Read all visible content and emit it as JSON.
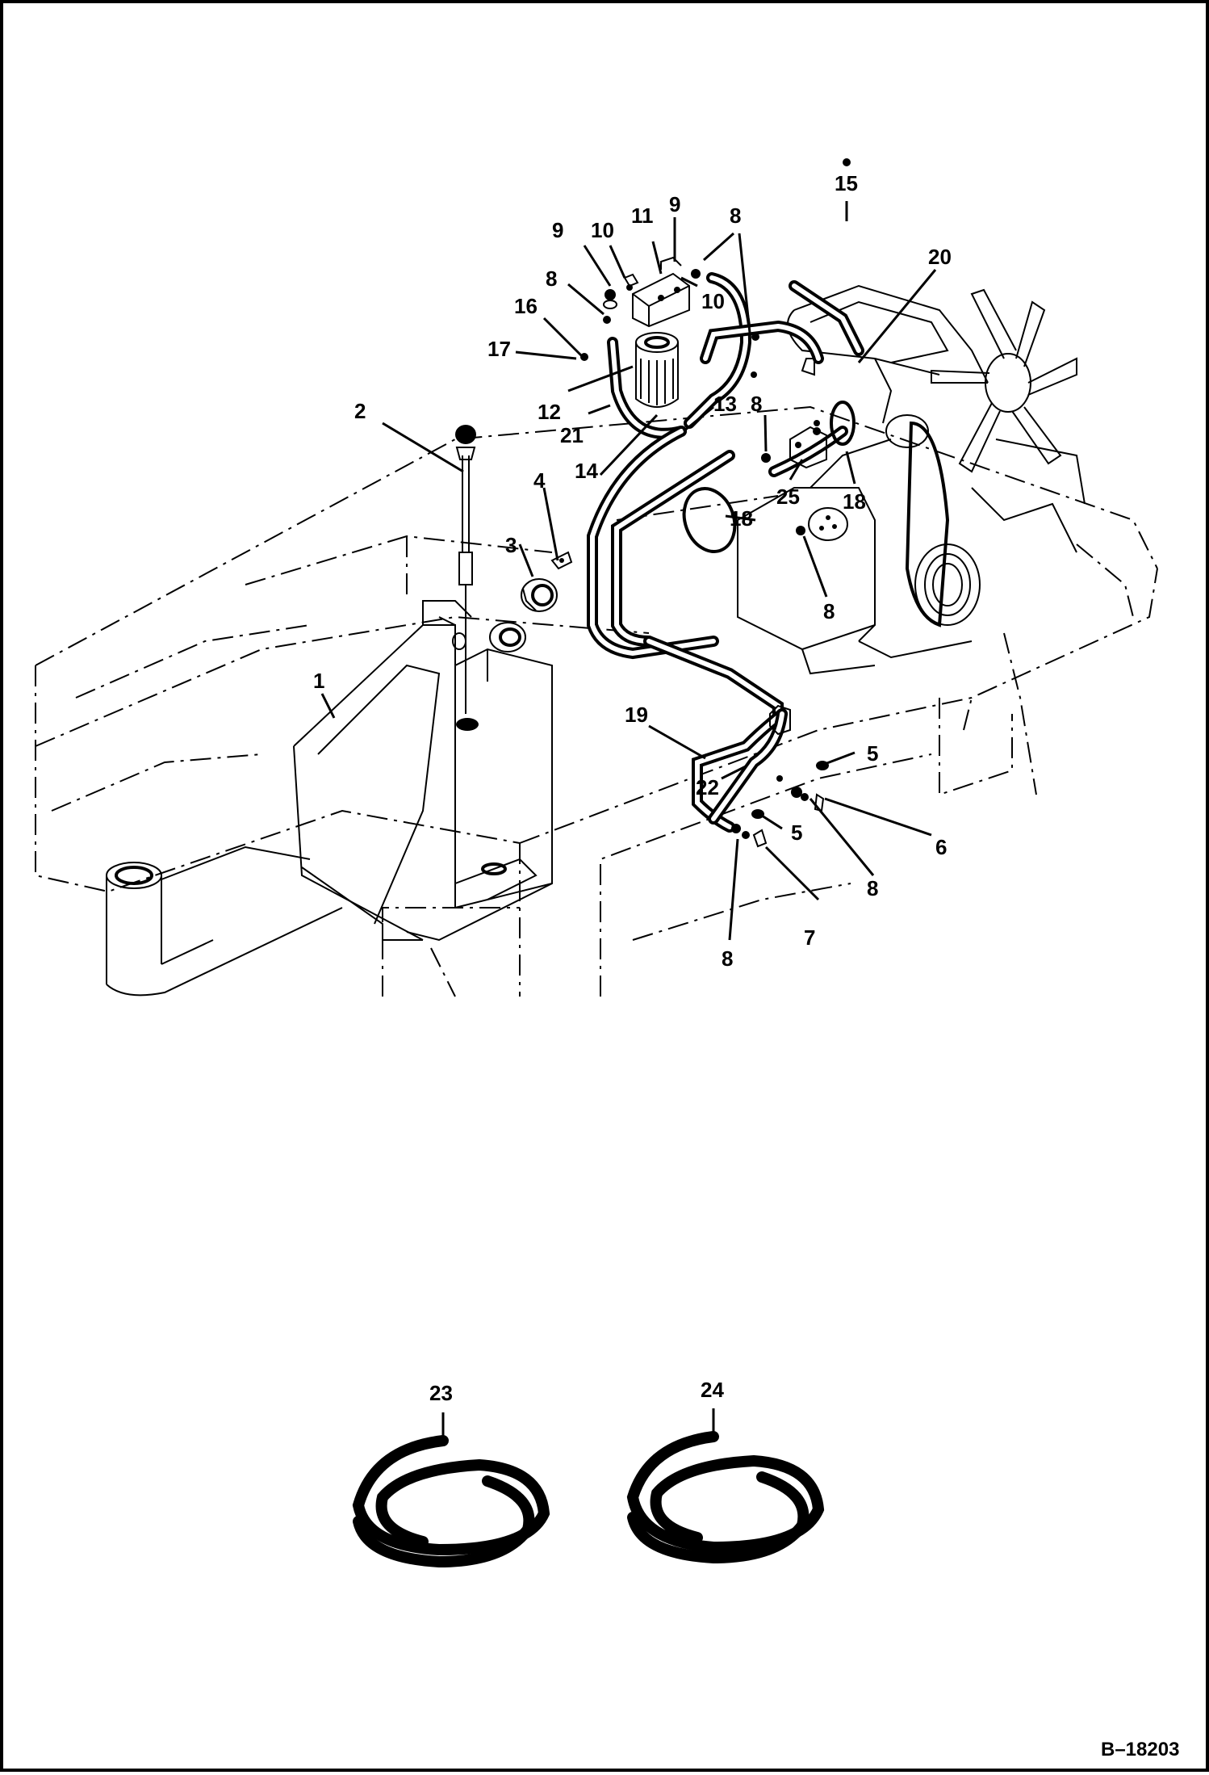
{
  "figure_ref": "B–18203",
  "callouts": [
    {
      "id": "c15a",
      "label": "15"
    },
    {
      "id": "c20",
      "label": "20"
    },
    {
      "id": "c9a",
      "label": "9"
    },
    {
      "id": "c10a",
      "label": "10"
    },
    {
      "id": "c11",
      "label": "11"
    },
    {
      "id": "c9b",
      "label": "9"
    },
    {
      "id": "c8a",
      "label": "8"
    },
    {
      "id": "c8b",
      "label": "8"
    },
    {
      "id": "c10b",
      "label": "10"
    },
    {
      "id": "c16",
      "label": "16"
    },
    {
      "id": "c17",
      "label": "17"
    },
    {
      "id": "c2",
      "label": "2"
    },
    {
      "id": "c12",
      "label": "12"
    },
    {
      "id": "c21",
      "label": "21"
    },
    {
      "id": "c13",
      "label": "13"
    },
    {
      "id": "c14",
      "label": "14"
    },
    {
      "id": "c8c",
      "label": "8"
    },
    {
      "id": "c25",
      "label": "25"
    },
    {
      "id": "c18a",
      "label": "18"
    },
    {
      "id": "c18b",
      "label": "18"
    },
    {
      "id": "c4",
      "label": "4"
    },
    {
      "id": "c3",
      "label": "3"
    },
    {
      "id": "c8d",
      "label": "8"
    },
    {
      "id": "c1",
      "label": "1"
    },
    {
      "id": "c19",
      "label": "19"
    },
    {
      "id": "c5a",
      "label": "5"
    },
    {
      "id": "c22",
      "label": "22"
    },
    {
      "id": "c6",
      "label": "6"
    },
    {
      "id": "c5b",
      "label": "5"
    },
    {
      "id": "c8e",
      "label": "8"
    },
    {
      "id": "c7",
      "label": "7"
    },
    {
      "id": "c8f",
      "label": "8"
    },
    {
      "id": "c23",
      "label": "23"
    },
    {
      "id": "c24",
      "label": "24"
    }
  ]
}
